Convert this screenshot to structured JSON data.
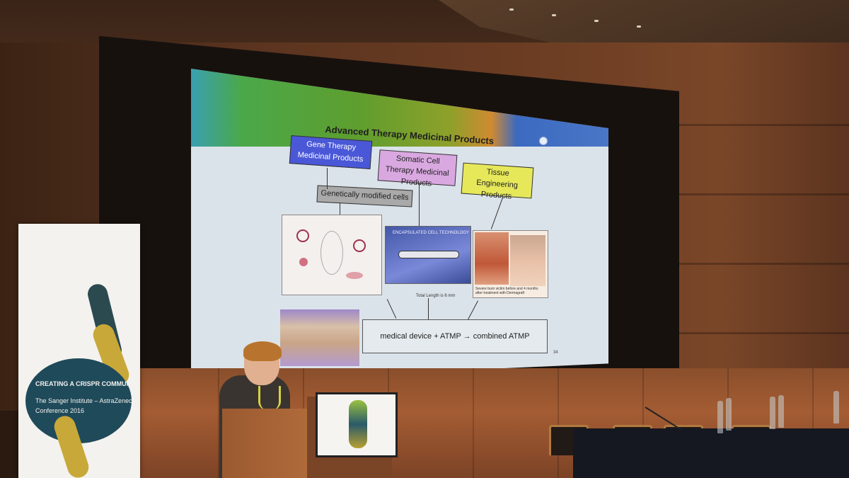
{
  "slide": {
    "title": "Advanced Therapy Medicinal Products",
    "boxes": {
      "gene_therapy": "Gene Therapy Medicinal Products",
      "somatic_cell": "Somatic Cell Therapy Medicinal Products",
      "tissue_engineering": "Tissue Engineering Products",
      "genetically_modified": "Genetically modified cells"
    },
    "chip_caption": "ENCAPSULATED CELL TECHNOLOGY",
    "scale_label": "Total Length is 6 mm",
    "photo_caption": "Severe burn victim before and 4 months after treatment with Dermagraft",
    "result_box": "medical device + ATMP → combined ATMP",
    "page_number": "34"
  },
  "banner": {
    "line1": "CREATING A CRISPR COMMUNITY",
    "line2": "The Sanger Institute – AstraZeneca",
    "line3": "Conference 2016"
  },
  "colors": {
    "gene_box": "#4a58d8",
    "somatic_box": "#d9a8e0",
    "tissue_box": "#e6e85a",
    "modified_box": "#a9a9a9",
    "wall": "#6a3c22"
  }
}
